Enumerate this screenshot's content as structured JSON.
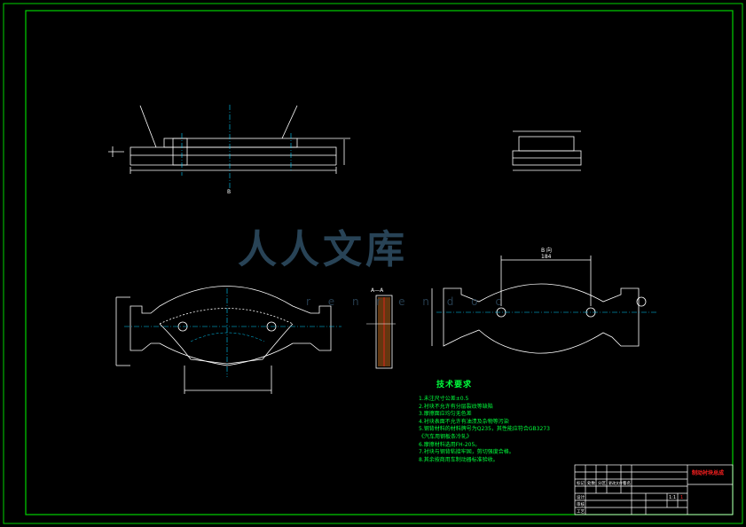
{
  "drawing": {
    "watermark": "人人文库",
    "watermark_url": "r e n r e n d o c"
  },
  "views": {
    "top_view_ref": "B",
    "side_view_label": "B 向",
    "side_view_dim": "184",
    "section_label": "A—A"
  },
  "notes": {
    "title": "技术要求",
    "items": [
      "1.未注尺寸公差±0.5",
      "2.衬块不允许有分层裂纹等缺陷",
      "3.摩擦面应均匀无色差",
      "4.衬块表面不允许有油渍及杂物等污染",
      "5.钢背材料的材料牌号为Q235，其性能应符合GB3273《汽车用钢板条冷轧》",
      "6.摩擦材料选用FH-205。",
      "7.衬块与钢背粘接牢固，剪切强度合格。",
      "8.其余按商用车制动器标准验收。"
    ]
  },
  "title_block": {
    "part_name": "制动衬块总成",
    "scale": "1:1",
    "sheet": "1",
    "labels": [
      "标记",
      "处数",
      "分区",
      "更改文件号",
      "签名",
      "设计",
      "审核",
      "工艺"
    ]
  },
  "colors": {
    "border": "#00d200",
    "outline": "#ffffff",
    "text_green": "#00ff3c",
    "center_line": "#00cfff",
    "dim": "#ffffff",
    "accent_red": "#ff2020",
    "watermark": "#2f4f66"
  }
}
